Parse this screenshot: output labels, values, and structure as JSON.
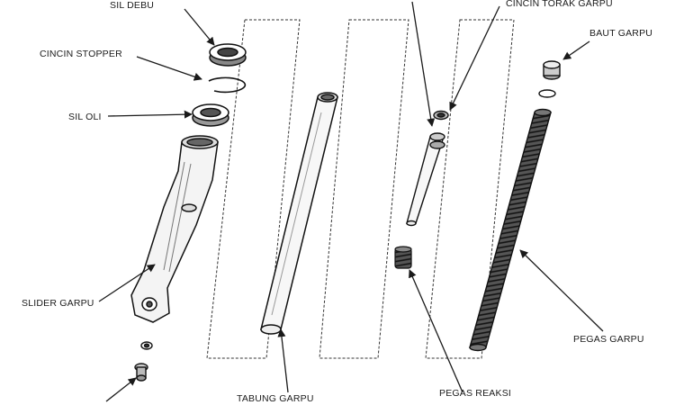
{
  "labels": {
    "sil_debu": "SIL DEBU",
    "cincin_stopper": "CINCIN STOPPER",
    "sil_oli": "SIL OLI",
    "slider_garpu": "SLIDER GARPU",
    "tabung_garpu": "TABUNG GARPU",
    "cincin_torak_garpu": "CINCIN TORAK GARPU",
    "baut_garpu": "BAUT GARPU",
    "pegas_garpu": "PEGAS GARPU",
    "pegas_reaksi": "PEGAS REAKSI"
  }
}
